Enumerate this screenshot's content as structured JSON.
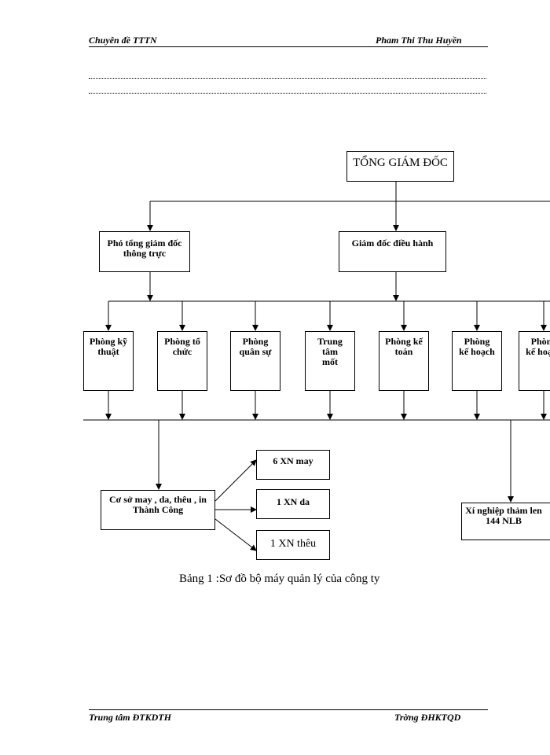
{
  "header": {
    "left": "Chuyên đề TTTN",
    "right": "Pham Thi Thu Huyền"
  },
  "chart": {
    "ceo": "TỔNG GIÁM ĐỐC",
    "deputy": "Phó tổng giám đốc thông trực",
    "exec_director": "Giám đốc điều hành",
    "departments": [
      "Phòng kỹ thuật",
      "Phòng tổ chức",
      "Phòng quân sự",
      "Trung tâm mốt",
      "Phòng kế toán",
      "Phòng kế hoạch",
      "Phòng kế hoạch"
    ],
    "facility": "Cơ sở may , da, thêu , in Thành Công",
    "branches": [
      "6 XN may",
      "1 XN da",
      "1 XN thêu"
    ],
    "carpet_factory": "Xí nghiệp thảm len 144 NLB"
  },
  "caption": "Bảng 1 :Sơ đồ bộ máy quản lý của công ty",
  "footer": {
    "left": "Trung tâm ĐTKDTH",
    "right": "Trờng ĐHKTQD"
  }
}
